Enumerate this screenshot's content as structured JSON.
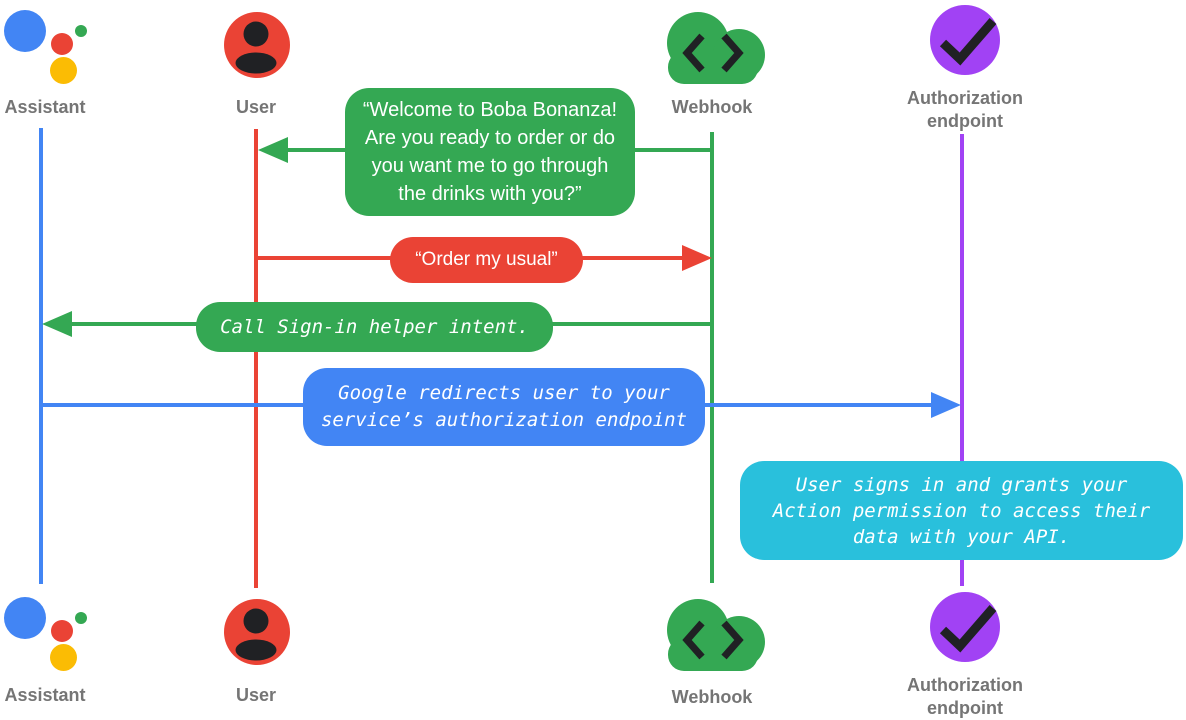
{
  "diagram": {
    "type": "sequence-diagram",
    "background": "#ffffff",
    "colors": {
      "assistant_blue": "#4285F4",
      "user_red": "#EA4335",
      "webhook_green": "#34A853",
      "auth_purple": "#A142F4",
      "note_cyan": "#29C0DC",
      "logo_yellow": "#FBBC04",
      "logo_green": "#34A853",
      "label_gray": "#757575",
      "glyph_dark": "#202124",
      "message_text": "#FFFFFF"
    }
  },
  "actors": [
    {
      "id": "assistant",
      "icon": "google-assistant-logo",
      "label_lines": [
        "Assistant"
      ]
    },
    {
      "id": "user",
      "icon": "person-in-circle",
      "label_lines": [
        "User"
      ]
    },
    {
      "id": "webhook",
      "icon": "cloud-with-code-brackets",
      "label_lines": [
        "Webhook"
      ]
    },
    {
      "id": "auth_endpoint",
      "icon": "checkmark-in-circle",
      "label_lines": [
        "Authorization",
        "endpoint"
      ]
    }
  ],
  "messages": [
    {
      "kind": "speech-bubble",
      "from": "Webhook",
      "to": "User",
      "color": "#34A853",
      "direction": "left",
      "lines": [
        "“Welcome to Boba Bonanza!",
        "Are you ready to order or do",
        "you want me to go through",
        "the drinks with you?”"
      ]
    },
    {
      "kind": "speech-bubble",
      "from": "User",
      "to": "Webhook",
      "color": "#EA4335",
      "direction": "right",
      "lines": [
        "“Order my usual”"
      ]
    },
    {
      "kind": "system-message",
      "from": "Webhook",
      "to": "Assistant",
      "color": "#34A853",
      "direction": "left",
      "lines": [
        "Call Sign-in helper intent."
      ]
    },
    {
      "kind": "system-message",
      "from": "Assistant",
      "to": "Authorization endpoint",
      "color": "#4285F4",
      "direction": "right",
      "lines": [
        "Google redirects user to your",
        "service’s authorization endpoint"
      ]
    },
    {
      "kind": "note",
      "at": "Authorization endpoint",
      "color": "#29C0DC",
      "lines": [
        "User signs in and grants your",
        "Action permission to access their",
        "data with your API."
      ]
    }
  ]
}
